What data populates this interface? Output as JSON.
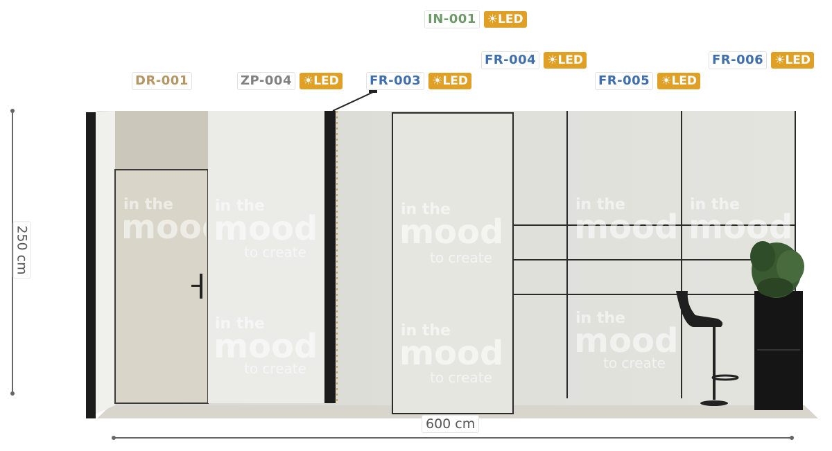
{
  "labels": {
    "in001": {
      "code": "IN-001",
      "led": "☀LED"
    },
    "dr001": {
      "code": "DR-001"
    },
    "zp004": {
      "code": "ZP-004",
      "led": "☀LED"
    },
    "fr003": {
      "code": "FR-003",
      "led": "☀LED"
    },
    "fr004": {
      "code": "FR-004",
      "led": "☀LED"
    },
    "fr005": {
      "code": "FR-005",
      "led": "☀LED"
    },
    "fr006": {
      "code": "FR-006",
      "led": "☀LED"
    }
  },
  "dimensions": {
    "width": "600 cm",
    "height": "250 cm"
  },
  "graphic": {
    "line1": "in the",
    "line2": "mood",
    "line3": "to create"
  },
  "colors": {
    "green": "#6f9a6a",
    "tan": "#b59664",
    "gray": "#808080",
    "blue": "#3f6fae",
    "led": "#e0a026"
  }
}
